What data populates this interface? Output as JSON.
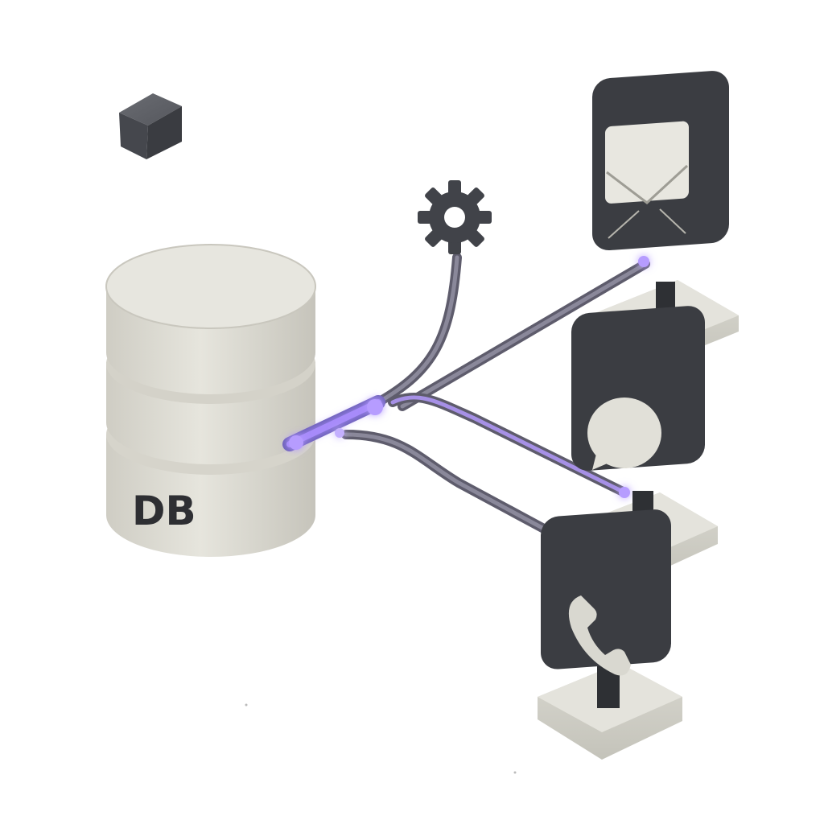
{
  "database": {
    "label": "DB"
  },
  "nodes": [
    {
      "id": "email",
      "icon": "envelope-icon"
    },
    {
      "id": "chat",
      "icon": "chat-bubble-icon"
    },
    {
      "id": "phone",
      "icon": "phone-icon"
    }
  ],
  "hub": {
    "icon": "gear-icon"
  },
  "floating_block": {
    "icon": "cube-icon"
  },
  "colors": {
    "accent": "#8b5cf6",
    "pipe": "#6f6d7d",
    "device_dark": "#3b3d42",
    "stone": "#dcdbd3"
  }
}
